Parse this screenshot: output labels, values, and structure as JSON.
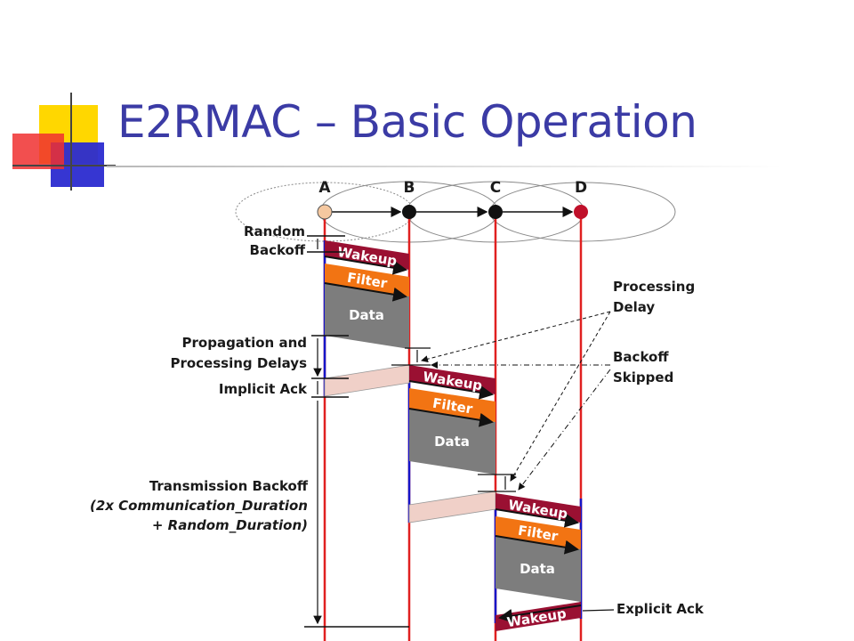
{
  "slide": {
    "title": "E2RMAC – Basic Operation"
  },
  "nodes": [
    "A",
    "B",
    "C",
    "D"
  ],
  "packets": {
    "wakeup": "Wakeup",
    "filter": "Filter",
    "data": "Data"
  },
  "labels": {
    "random_backoff": [
      "Random",
      "Backoff"
    ],
    "propagation": [
      "Propagation and",
      "Processing Delays"
    ],
    "implicit_ack": "Implicit Ack",
    "transmission_backoff": [
      "Transmission Backoff",
      "(2x Communication_Duration",
      "+ Random_Duration)"
    ],
    "processing_delay": [
      "Processing",
      "Delay"
    ],
    "backoff_skipped": [
      "Backoff",
      "Skipped"
    ],
    "explicit_ack": "Explicit Ack"
  },
  "colors": {
    "title": "#3b3ba5",
    "node_line": "#e02020",
    "active_line": "#1515c8",
    "wakeup": "#9a1032",
    "filter": "#f27413",
    "data": "#7d7d7d",
    "ack": "#f0d0c8",
    "node_a": "#f5c8a0",
    "node_d": "#c0102a",
    "logo_yellow": "#ffd700",
    "logo_blue": "#2b2bd0",
    "logo_red": "#f03030"
  }
}
